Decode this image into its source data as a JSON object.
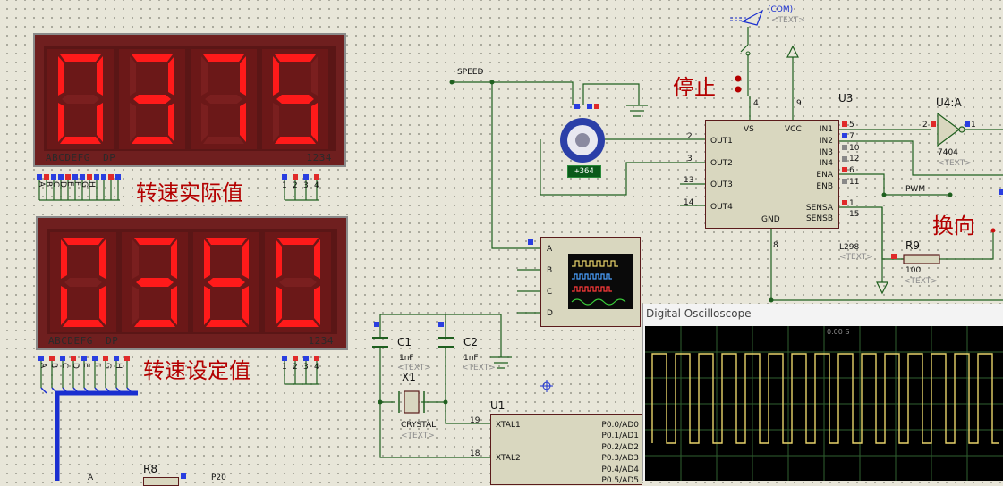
{
  "display_actual": {
    "digits": [
      "0",
      "3",
      "7",
      "5"
    ],
    "seg_pin_label": "ABCDEFG  DP",
    "digit_pin_label": "1234",
    "caption": "转速实际值"
  },
  "display_set": {
    "digits": [
      "0",
      "3",
      "8",
      "0"
    ],
    "seg_pin_label": "ABCDEFG  DP",
    "digit_pin_label": "1234",
    "caption": "转速设定值"
  },
  "pins_seg": [
    "A",
    "B",
    "C",
    "D",
    "E",
    "F",
    "G",
    "H"
  ],
  "pins_dig": [
    "1",
    "2",
    "3",
    "4"
  ],
  "labels": {
    "speed": "SPEED",
    "pwm": "PWM",
    "com": "(COM)",
    "text_ph": "<TEXT>",
    "stop": "停止",
    "reverse": "换向",
    "motor_value": "+364",
    "gate_name": "U4:A",
    "gate_part": "7404",
    "gate_in": "2",
    "gate_out": "1",
    "r9_name": "R9",
    "r9_value": "100",
    "c1_name": "C1",
    "c1_value": "1nF",
    "c2_name": "C2",
    "c2_value": "1nF",
    "x1_name": "X1",
    "x1_part": "CRYSTAL",
    "r8_name": "R8",
    "p20": "P20",
    "a_pin": "A",
    "u1_name": "U1",
    "pin19": "19",
    "pin18": "18",
    "vs_pin": "4",
    "vcc_pin": "9",
    "gnd_pin": "8"
  },
  "u3": {
    "name": "U3",
    "part": "L298",
    "top_labels": [
      "VS",
      "VCC"
    ],
    "left_pins": [
      {
        "num": "2",
        "name": "OUT1"
      },
      {
        "num": "3",
        "name": "OUT2"
      },
      {
        "num": "13",
        "name": "OUT3"
      },
      {
        "num": "14",
        "name": "OUT4"
      }
    ],
    "right_pins": [
      {
        "num": "5",
        "name": "IN1"
      },
      {
        "num": "7",
        "name": "IN2"
      },
      {
        "num": "10",
        "name": "IN3"
      },
      {
        "num": "12",
        "name": "IN4"
      },
      {
        "num": "6",
        "name": "ENA"
      },
      {
        "num": "11",
        "name": "ENB"
      },
      {
        "num": "1",
        "name": "SENSA"
      },
      {
        "num": "15",
        "name": "SENSB"
      }
    ],
    "gnd_label": "GND"
  },
  "u1_pins": [
    "P0.0/AD0",
    "P0.1/AD1",
    "P0.2/AD2",
    "P0.3/AD3",
    "P0.4/AD4",
    "P0.5/AD5"
  ],
  "u1_xtal": [
    "XTAL1",
    "XTAL2"
  ],
  "scope_pins": [
    "A",
    "B",
    "C",
    "D"
  ],
  "oscilloscope": {
    "title": "Digital Oscilloscope",
    "time_label": "0.00 S",
    "trace_color": "#e8d36a"
  },
  "colors": {
    "segment_on": "#ff1a1a",
    "caption": "#b40000",
    "wire": "#1f5f1f",
    "bus": "#1a2fd0"
  }
}
